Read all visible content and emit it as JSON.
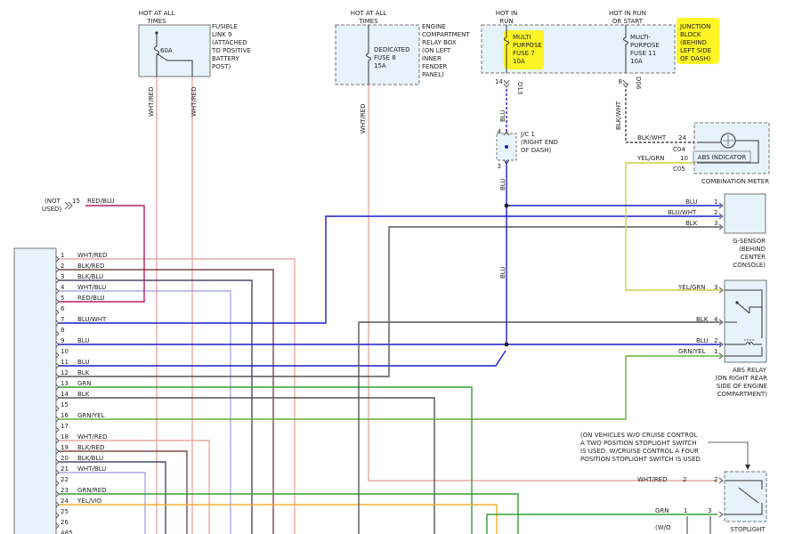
{
  "power_labels": {
    "hot_all_times_1": [
      "HOT AT ALL",
      "TIMES"
    ],
    "hot_all_times_2": [
      "HOT AT ALL",
      "TIMES"
    ],
    "hot_in_run": [
      "HOT IN",
      "RUN"
    ],
    "hot_in_run_start": [
      "HOT IN RUN",
      "OR START"
    ]
  },
  "fusible_link": {
    "rating": "60A",
    "desc": [
      "FUSIBLE",
      "LINK 9",
      "(ATTACHED",
      "TO POSITIVE",
      "BATTERY",
      "POST)"
    ]
  },
  "fuse8": {
    "label": [
      "DEDICATED",
      "FUSE 8",
      "15A"
    ],
    "desc": [
      "ENGINE",
      "COMPARTMENT",
      "RELAY BOX",
      "(ON LEFT",
      "INNER",
      "FENDER",
      "PANEL)"
    ]
  },
  "fuse7": {
    "label": [
      "MULTI",
      "PURPOSE",
      "FUSE 7",
      "10A"
    ]
  },
  "fuse11": {
    "label": [
      "MULTI-",
      "PURPOSE",
      "FUSE 11",
      "10A"
    ]
  },
  "junction_block": [
    "JUNCTION",
    "BLOCK",
    "(BEHIND",
    "LEFT SIDE",
    "OF DASH)"
  ],
  "connectors": {
    "d13": "D13",
    "d06": "D06",
    "pin14": "14",
    "pin8": "8"
  },
  "jc1": {
    "label": [
      "J/C 1",
      "(RIGHT END",
      "OF DASH)"
    ],
    "pin4": "4",
    "pin3": "3"
  },
  "combination_meter": {
    "indicator": "ABS INDICATOR",
    "name": "COMBINATION METER",
    "wire1": "BLK/WHT",
    "pin1": "24",
    "conn1": "C04",
    "wire2": "YEL/GRN",
    "pin2": "10",
    "conn2": "C05"
  },
  "gsensor": {
    "name": [
      "G-SENSOR",
      "(BEHIND",
      "CENTER",
      "CONSOLE)"
    ],
    "pins": [
      {
        "wire": "BLU",
        "pin": "1"
      },
      {
        "wire": "BLU/WHT",
        "pin": "2"
      },
      {
        "wire": "BLK",
        "pin": "3"
      }
    ]
  },
  "abs_relay": {
    "name": [
      "ABS RELAY",
      "(ON RIGHT REAR",
      "SIDE OF ENGINE",
      "COMPARTMENT)"
    ],
    "pins": [
      {
        "wire": "YEL/GRN",
        "pin": "3"
      },
      {
        "wire": "BLK",
        "pin": "4"
      },
      {
        "wire": "BLU",
        "pin": "2"
      },
      {
        "wire": "GRN/YEL",
        "pin": "1"
      }
    ]
  },
  "stoplight_note": [
    "(ON VEHICLES W/O CRUISE CONTROL",
    "A TWO POSITION STOPLIGHT SWITCH",
    "IS USED. W/CRUISE CONTROL A FOUR",
    "POSITION STOPLIGHT SWITCH IS USED"
  ],
  "stoplight": {
    "name": "STOPLIGHT",
    "wire1": "WHT/RED",
    "pin1a": "2",
    "pin1b": "2",
    "wire2": "GRN",
    "pin2a": "1",
    "pin2b": "3",
    "partial": "(W/O"
  },
  "not_used": {
    "label": [
      "(NOT",
      "USED)"
    ],
    "pin": "15",
    "wire": "RED/BLU"
  },
  "vertical_wire_labels": {
    "link_left": "WHT/RED",
    "link_right": "WHT/RED",
    "fuse8": "WHT/RED",
    "fuse7_top": "BLU",
    "fuse7_mid": "BLU",
    "fuse7_low": "BLU",
    "fuse11": "BLK/WHT"
  },
  "module_pins": [
    {
      "pin": "1",
      "wire": "WHT/RED"
    },
    {
      "pin": "2",
      "wire": "BLK/RED"
    },
    {
      "pin": "3",
      "wire": "BLK/BLU"
    },
    {
      "pin": "4",
      "wire": "WHT/BLU"
    },
    {
      "pin": "5",
      "wire": "RED/BLU"
    },
    {
      "pin": "6",
      "wire": ""
    },
    {
      "pin": "7",
      "wire": "BLU/WHT"
    },
    {
      "pin": "8",
      "wire": ""
    },
    {
      "pin": "9",
      "wire": "BLU"
    },
    {
      "pin": "10",
      "wire": ""
    },
    {
      "pin": "11",
      "wire": "BLU"
    },
    {
      "pin": "12",
      "wire": "BLK"
    },
    {
      "pin": "13",
      "wire": "GRN"
    },
    {
      "pin": "14",
      "wire": "BLK"
    },
    {
      "pin": "15",
      "wire": ""
    },
    {
      "pin": "16",
      "wire": "GRN/YEL"
    },
    {
      "pin": "17",
      "wire": ""
    },
    {
      "pin": "18",
      "wire": "WHT/RED"
    },
    {
      "pin": "19",
      "wire": "BLK/RED"
    },
    {
      "pin": "20",
      "wire": "BLK/BLU"
    },
    {
      "pin": "21",
      "wire": "WHT/BLU"
    },
    {
      "pin": "22",
      "wire": ""
    },
    {
      "pin": "23",
      "wire": "GRN/RED"
    },
    {
      "pin": "24",
      "wire": "YEL/VIO"
    },
    {
      "pin": "25",
      "wire": ""
    },
    {
      "pin": "26",
      "wire": ""
    },
    {
      "pin": "A85",
      "wire": ""
    }
  ],
  "colors": {
    "wht_red": "#e8a8a8",
    "blk_red": "#7a4a4a",
    "blk_blu": "#4a4a6a",
    "wht_blu": "#a8a8e8",
    "red_blu": "#b02060",
    "blu": "#1a1ad0",
    "blk": "#555555",
    "grn": "#33a033",
    "grn_yel": "#66b033",
    "yel_grn": "#c8d040",
    "yel_vio": "#f0b030",
    "box_fill": "#e6f3fa",
    "highlight": "#fff200"
  }
}
